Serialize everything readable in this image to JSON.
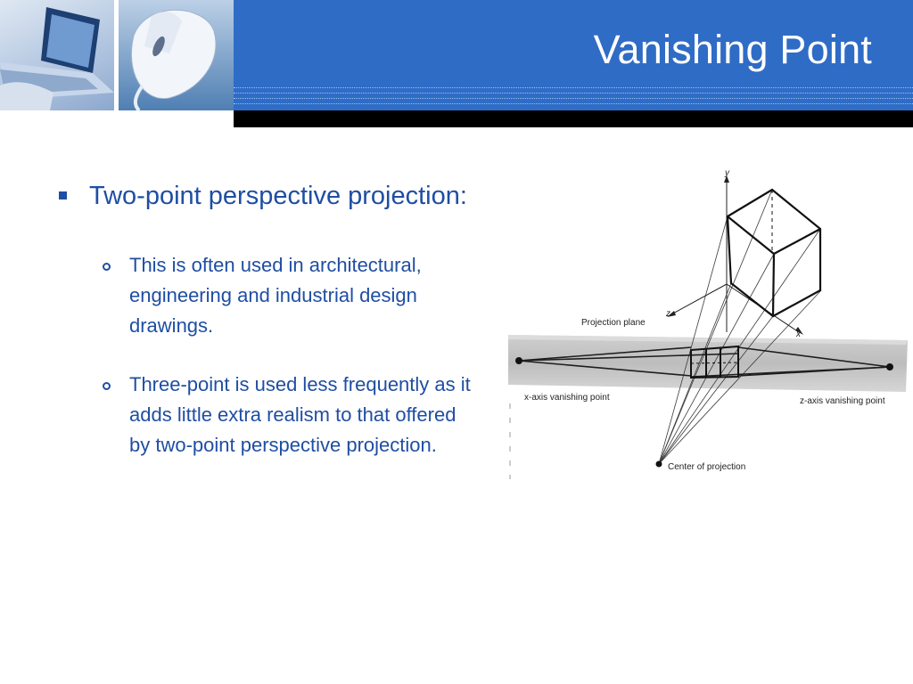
{
  "slide": {
    "title": "Vanishing Point",
    "bullets": [
      {
        "text": "Two-point perspective projection:",
        "subitems": [
          "This is often used in architectural, engineering and industrial design drawings.",
          "Three-point is used less frequently as it adds little extra realism to that offered by two-point perspective projection."
        ]
      }
    ]
  },
  "diagram": {
    "label_y": "y",
    "label_z": "z",
    "label_x": "x",
    "label_plane": "Projection plane",
    "label_x_vp": "x-axis vanishing point",
    "label_z_vp": "z-axis vanishing point",
    "label_center": "Center of projection"
  },
  "colors": {
    "header_blue": "#2f6cc6",
    "text_blue": "#1f4ea3",
    "bar_black": "#000000"
  }
}
